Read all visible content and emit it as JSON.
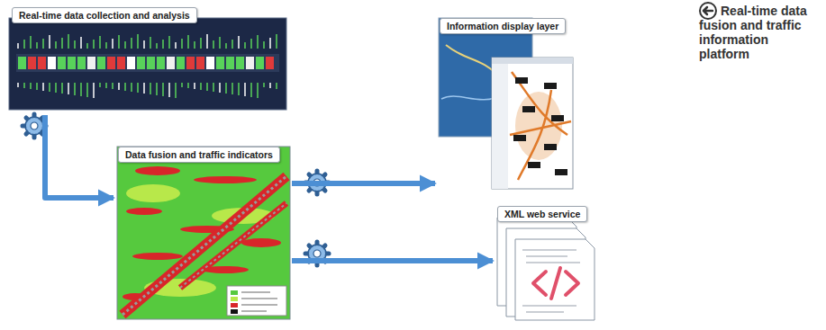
{
  "diagram": {
    "caption": "Real-time data fusion and traffic information platform",
    "nodes": [
      {
        "text": [
          "Real-time data collection and analysis"
        ]
      },
      {
        "text": [
          "Data fusion and traffic indicators"
        ]
      },
      {
        "text": [
          "Information display layer"
        ]
      },
      {
        "text": [
          "XML web service"
        ]
      }
    ],
    "edges": [
      {
        "from": 0,
        "to": 1,
        "arrow": "to"
      },
      {
        "from": 1,
        "to": 2,
        "arrow": "to"
      },
      {
        "from": 1,
        "to": 3,
        "arrow": "to"
      }
    ]
  }
}
